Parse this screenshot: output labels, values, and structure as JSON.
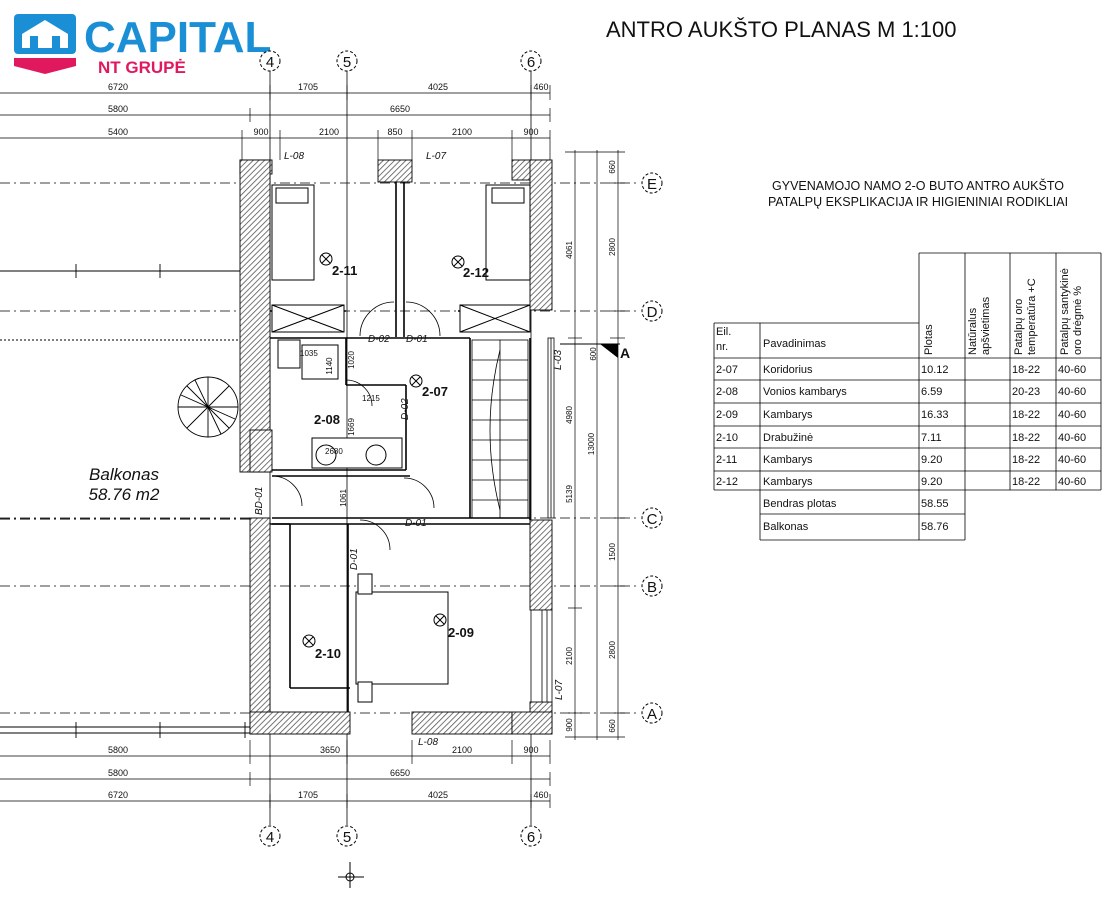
{
  "brand": {
    "name": "CAPITAL",
    "sub": "NT GRUPĖ",
    "color": "#1a8fd6",
    "accent": "#e0195f"
  },
  "title": "ANTRO AUKŠTO PLANAS  M 1:100",
  "table_title_1": "GYVENAMOJO NAMO 2-O BUTO ANTRO AUKŠTO",
  "table_title_2": "PATALPŲ EKSPLIKACIJA IR HIGIENINIAI RODIKLIAI",
  "table": {
    "headers": {
      "nr1": "Eil.",
      "nr2": "nr.",
      "name": "Pavadinimas",
      "area": "Plotas",
      "light1": "Natūralus",
      "light2": "apšvietimas",
      "temp1": "Patalpų oro",
      "temp2": "temperatūra +C",
      "hum1": "Patalpų santykinė",
      "hum2": "oro drėgmė %"
    },
    "rows": [
      {
        "nr": "2-07",
        "name": "Koridorius",
        "area": "10.12",
        "temp": "18-22",
        "hum": "40-60"
      },
      {
        "nr": "2-08",
        "name": "Vonios kambarys",
        "area": "6.59",
        "temp": "20-23",
        "hum": "40-60"
      },
      {
        "nr": "2-09",
        "name": "Kambarys",
        "area": "16.33",
        "temp": "18-22",
        "hum": "40-60"
      },
      {
        "nr": "2-10",
        "name": "Drabužinė",
        "area": "7.11",
        "temp": "18-22",
        "hum": "40-60"
      },
      {
        "nr": "2-11",
        "name": "Kambarys",
        "area": "9.20",
        "temp": "18-22",
        "hum": "40-60"
      },
      {
        "nr": "2-12",
        "name": "Kambarys",
        "area": "9.20",
        "temp": "18-22",
        "hum": "40-60"
      }
    ],
    "total_label": "Bendras plotas",
    "total_value": "58.55",
    "balcony_label": "Balkonas",
    "balcony_value": "58.76"
  },
  "balcony": {
    "label": "Balkonas",
    "area": "58.76 m2"
  },
  "axes": {
    "a4": "4",
    "a5": "5",
    "a6": "6",
    "E": "E",
    "D": "D",
    "C": "C",
    "B": "B",
    "A": "A"
  },
  "section_mark": "A",
  "rooms": {
    "r211": "2-11",
    "r212": "2-12",
    "r207": "2-07",
    "r208": "2-08",
    "r209": "2-09",
    "r210": "2-10"
  },
  "dims_top": {
    "r1a": "6720",
    "r1b": "1705",
    "r1c": "4025",
    "r1d": "460",
    "r2a": "5800",
    "r2b": "6650",
    "r3a": "5400",
    "r3b": "900",
    "r3c": "2100",
    "r3d": "850",
    "r3e": "2100",
    "r3f": "900"
  },
  "dims_bottom": {
    "r1a": "5800",
    "r1b": "3650",
    "r1c": "2100",
    "r1d": "900",
    "r2a": "5800",
    "r2b": "6650",
    "r3a": "6720",
    "r3b": "1705",
    "r3c": "4025",
    "r3d": "460"
  },
  "dims_right": {
    "o1": "660",
    "o2": "2800",
    "o3": "600",
    "o4": "13000",
    "o5": "1500",
    "o6": "2800",
    "o7": "660",
    "i1": "4061",
    "i2": "4980",
    "i3": "5139",
    "i4": "2100",
    "i5": "900"
  },
  "inner_dims": {
    "d1035": "1035",
    "d1140": "1140",
    "d1020": "1020",
    "d1215": "1215",
    "d1669": "1669",
    "d2680": "2680",
    "d1061": "1061"
  },
  "tags": {
    "l08_top": "L-08",
    "l07_top": "L-07",
    "l08_bot": "L-08",
    "l07_right": "L-07",
    "l03": "L-03",
    "d02a": "D-02",
    "d01a": "D-01",
    "d02b": "D-02",
    "d01b": "D-01",
    "d01c": "D-01",
    "bd01": "BD-01"
  }
}
